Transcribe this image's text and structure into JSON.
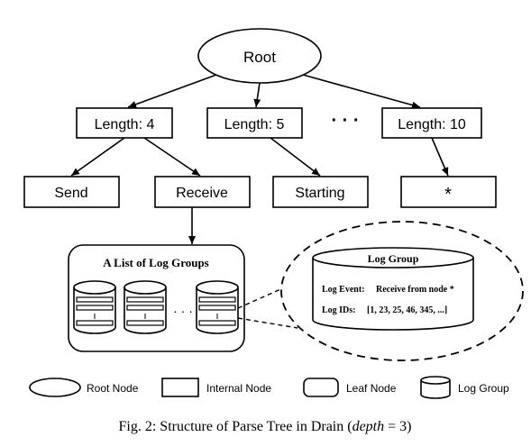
{
  "diagram": {
    "root_label": "Root",
    "length_nodes": [
      "Length: 4",
      "Length: 5",
      "Length: 10"
    ],
    "ellipsis_mid": "· · ·",
    "leaf_nodes": [
      "Send",
      "Receive",
      "Starting",
      "*"
    ],
    "log_groups_title": "A List of Log Groups",
    "log_groups_ellipsis": "· · ·",
    "log_group": {
      "title": "Log Group",
      "event_label": "Log Event:",
      "event_value": "Receive from node *",
      "ids_label": "Log IDs:",
      "ids_value": "[1, 23, 25, 46, 345, ...]"
    }
  },
  "legend": {
    "root_node": "Root Node",
    "internal_node": "Internal Node",
    "leaf_node": "Leaf Node",
    "log_group": "Log Group"
  },
  "caption": {
    "prefix": "Fig. 2: Structure of Parse Tree in Drain (",
    "var": "depth",
    "suffix": " = 3)"
  }
}
